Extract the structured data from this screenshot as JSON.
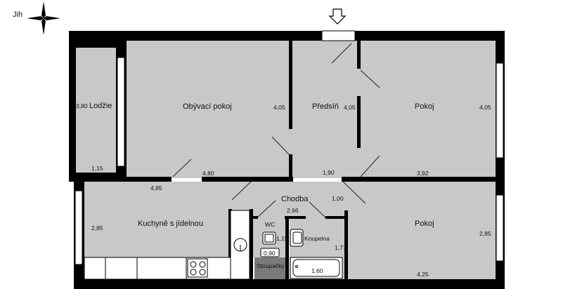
{
  "compass": {
    "label": "Jih"
  },
  "entrance": {
    "icon": "entrance-arrow-icon"
  },
  "colors": {
    "floor": "#c8c8c8",
    "wall": "#000000",
    "stoupacky": "#7a7a7a",
    "fixture": "#ffffff"
  },
  "rooms": {
    "lodzie": {
      "name": "Lodžie",
      "dim_a": "3,80",
      "dim_b": "1,15"
    },
    "obyvaci": {
      "name": "Obývací pokoj",
      "dim_a": "4,05",
      "dim_b": "4,80"
    },
    "predsin": {
      "name": "Předsíň",
      "dim_a": "4,05",
      "dim_b": "1,90"
    },
    "pokoj1": {
      "name": "Pokoj",
      "dim_a": "4,05",
      "dim_b": "3,92"
    },
    "kuchyne": {
      "name": "Kuchyně s jídelnou",
      "dim_a": "4,85",
      "dim_b": "2,85"
    },
    "chodba": {
      "name": "Chodba",
      "dim_a": "1,00",
      "dim_b": "2,66"
    },
    "wc": {
      "name": "WC",
      "dim_a": "1,15",
      "dim_b": "0,90"
    },
    "koupelna": {
      "name": "Koupelna",
      "dim_a": "1,77",
      "dim_b": "1,60"
    },
    "stoupacky": {
      "name": "Stoupačky"
    },
    "pokoj2": {
      "name": "Pokoj",
      "dim_a": "2,85",
      "dim_b": "4,25"
    }
  }
}
